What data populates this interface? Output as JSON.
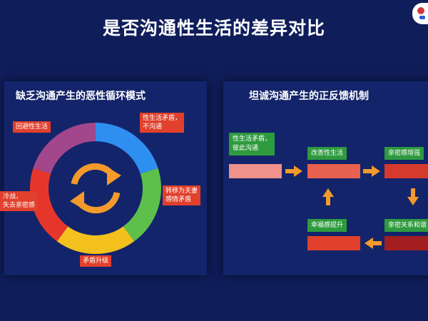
{
  "title": "是否沟通性生活的差异对比",
  "left_panel": {
    "title": "缺乏沟通产生的恶性循环模式",
    "labels": {
      "top_right": [
        "性生活矛盾，",
        "不沟通"
      ],
      "top_left": "回避性生活",
      "right": [
        "转移为夫妻",
        "感情矛盾"
      ],
      "left": [
        "冷战，",
        "失去亲密感"
      ],
      "bottom": "矛盾升级"
    },
    "ring_colors": [
      "#2f8ff0",
      "#5cc04a",
      "#f2c11d",
      "#e6362c",
      "#a3478d"
    ],
    "cycle_icon_color": "#f39a2b"
  },
  "right_panel": {
    "title": "坦诚沟通产生的正反馈机制",
    "steps": {
      "s1": [
        "性生活矛盾，",
        "彼此沟通"
      ],
      "s2": "改善性生活",
      "s3": "亲密感增强",
      "s4": "亲密关系和谐",
      "s5": "幸福感提升"
    },
    "bar_colors": {
      "b1": "#f0918c",
      "b2": "#e8604f",
      "b3": "#d63a2c",
      "b4": "#a31e20",
      "b5": "#e0402c"
    },
    "arrow_color": "#f39a2b"
  },
  "logo_icon": "brand-logo-icon"
}
